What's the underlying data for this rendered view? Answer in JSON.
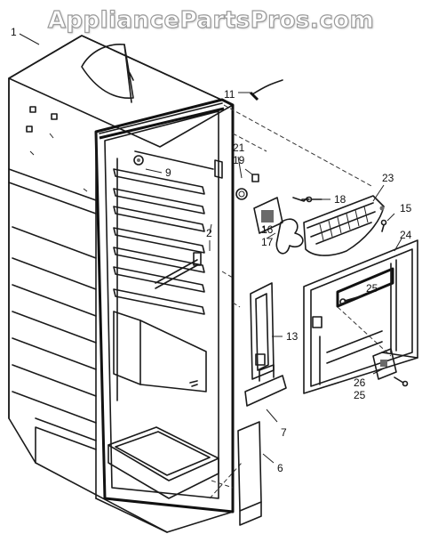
{
  "watermark": "AppliancePartsPros.com",
  "callouts": [
    {
      "id": "1",
      "text": "1"
    },
    {
      "id": "2",
      "text": "2"
    },
    {
      "id": "6",
      "text": "6"
    },
    {
      "id": "7",
      "text": "7"
    },
    {
      "id": "9",
      "text": "9"
    },
    {
      "id": "11",
      "text": "11"
    },
    {
      "id": "13",
      "text": "13"
    },
    {
      "id": "15",
      "text": "15"
    },
    {
      "id": "16",
      "text": "16"
    },
    {
      "id": "17",
      "text": "17"
    },
    {
      "id": "18",
      "text": "18"
    },
    {
      "id": "19",
      "text": "19"
    },
    {
      "id": "21",
      "text": "21"
    },
    {
      "id": "23",
      "text": "23"
    },
    {
      "id": "24",
      "text": "24"
    },
    {
      "id": "25a",
      "text": "25"
    },
    {
      "id": "25b",
      "text": "25"
    },
    {
      "id": "26",
      "text": "26"
    }
  ]
}
